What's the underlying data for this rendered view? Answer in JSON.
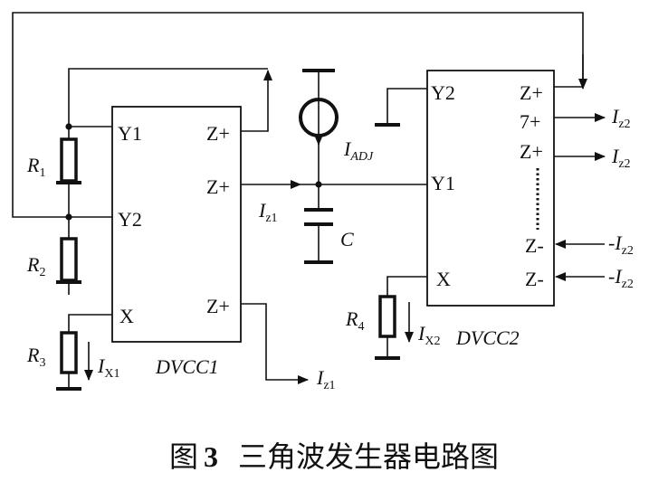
{
  "caption": {
    "prefix": "图",
    "number": "3",
    "title": "三角波发生器电路图"
  },
  "dvcc1": {
    "name": "DVCC1",
    "pins": {
      "y1": "Y1",
      "y2": "Y2",
      "x": "X",
      "z_top": "Z+",
      "z_mid": "Z+",
      "z_bot": "Z+"
    }
  },
  "dvcc2": {
    "name": "DVCC2",
    "pins": {
      "y2": "Y2",
      "y1": "Y1",
      "x": "X",
      "z1": "Z+",
      "z2": "7+",
      "z3": "Z+",
      "zm1": "Z-",
      "zm2": "Z-"
    }
  },
  "components": {
    "r1": {
      "main": "R",
      "sub": "1"
    },
    "r2": {
      "main": "R",
      "sub": "2"
    },
    "r3": {
      "main": "R",
      "sub": "3"
    },
    "r4": {
      "main": "R",
      "sub": "4"
    },
    "c": {
      "main": "C"
    },
    "iadj": {
      "main": "I",
      "sub": "ADJ"
    }
  },
  "currents": {
    "iz1_mid": {
      "main": "I",
      "sub": "z1"
    },
    "iz1_bot": {
      "main": "I",
      "sub": "z1"
    },
    "ix1": {
      "main": "I",
      "sub": "X1"
    },
    "ix2": {
      "main": "I",
      "sub": "X2"
    },
    "iz2_a": {
      "main": "I",
      "sub": "z2"
    },
    "iz2_b": {
      "main": "I",
      "sub": "z2"
    },
    "iz2_c": {
      "prefix": "-",
      "main": "I",
      "sub": "z2"
    },
    "iz2_d": {
      "prefix": "-",
      "main": "I",
      "sub": "z2"
    }
  }
}
